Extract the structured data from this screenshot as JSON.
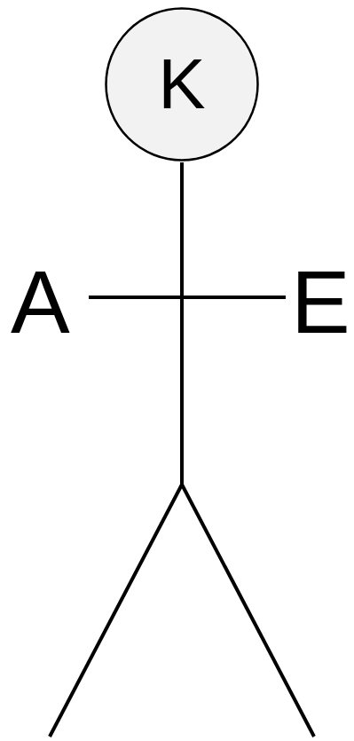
{
  "diagram": {
    "nodes": [
      {
        "text": [
          "K"
        ]
      }
    ],
    "labels": [
      "A",
      "E"
    ]
  }
}
